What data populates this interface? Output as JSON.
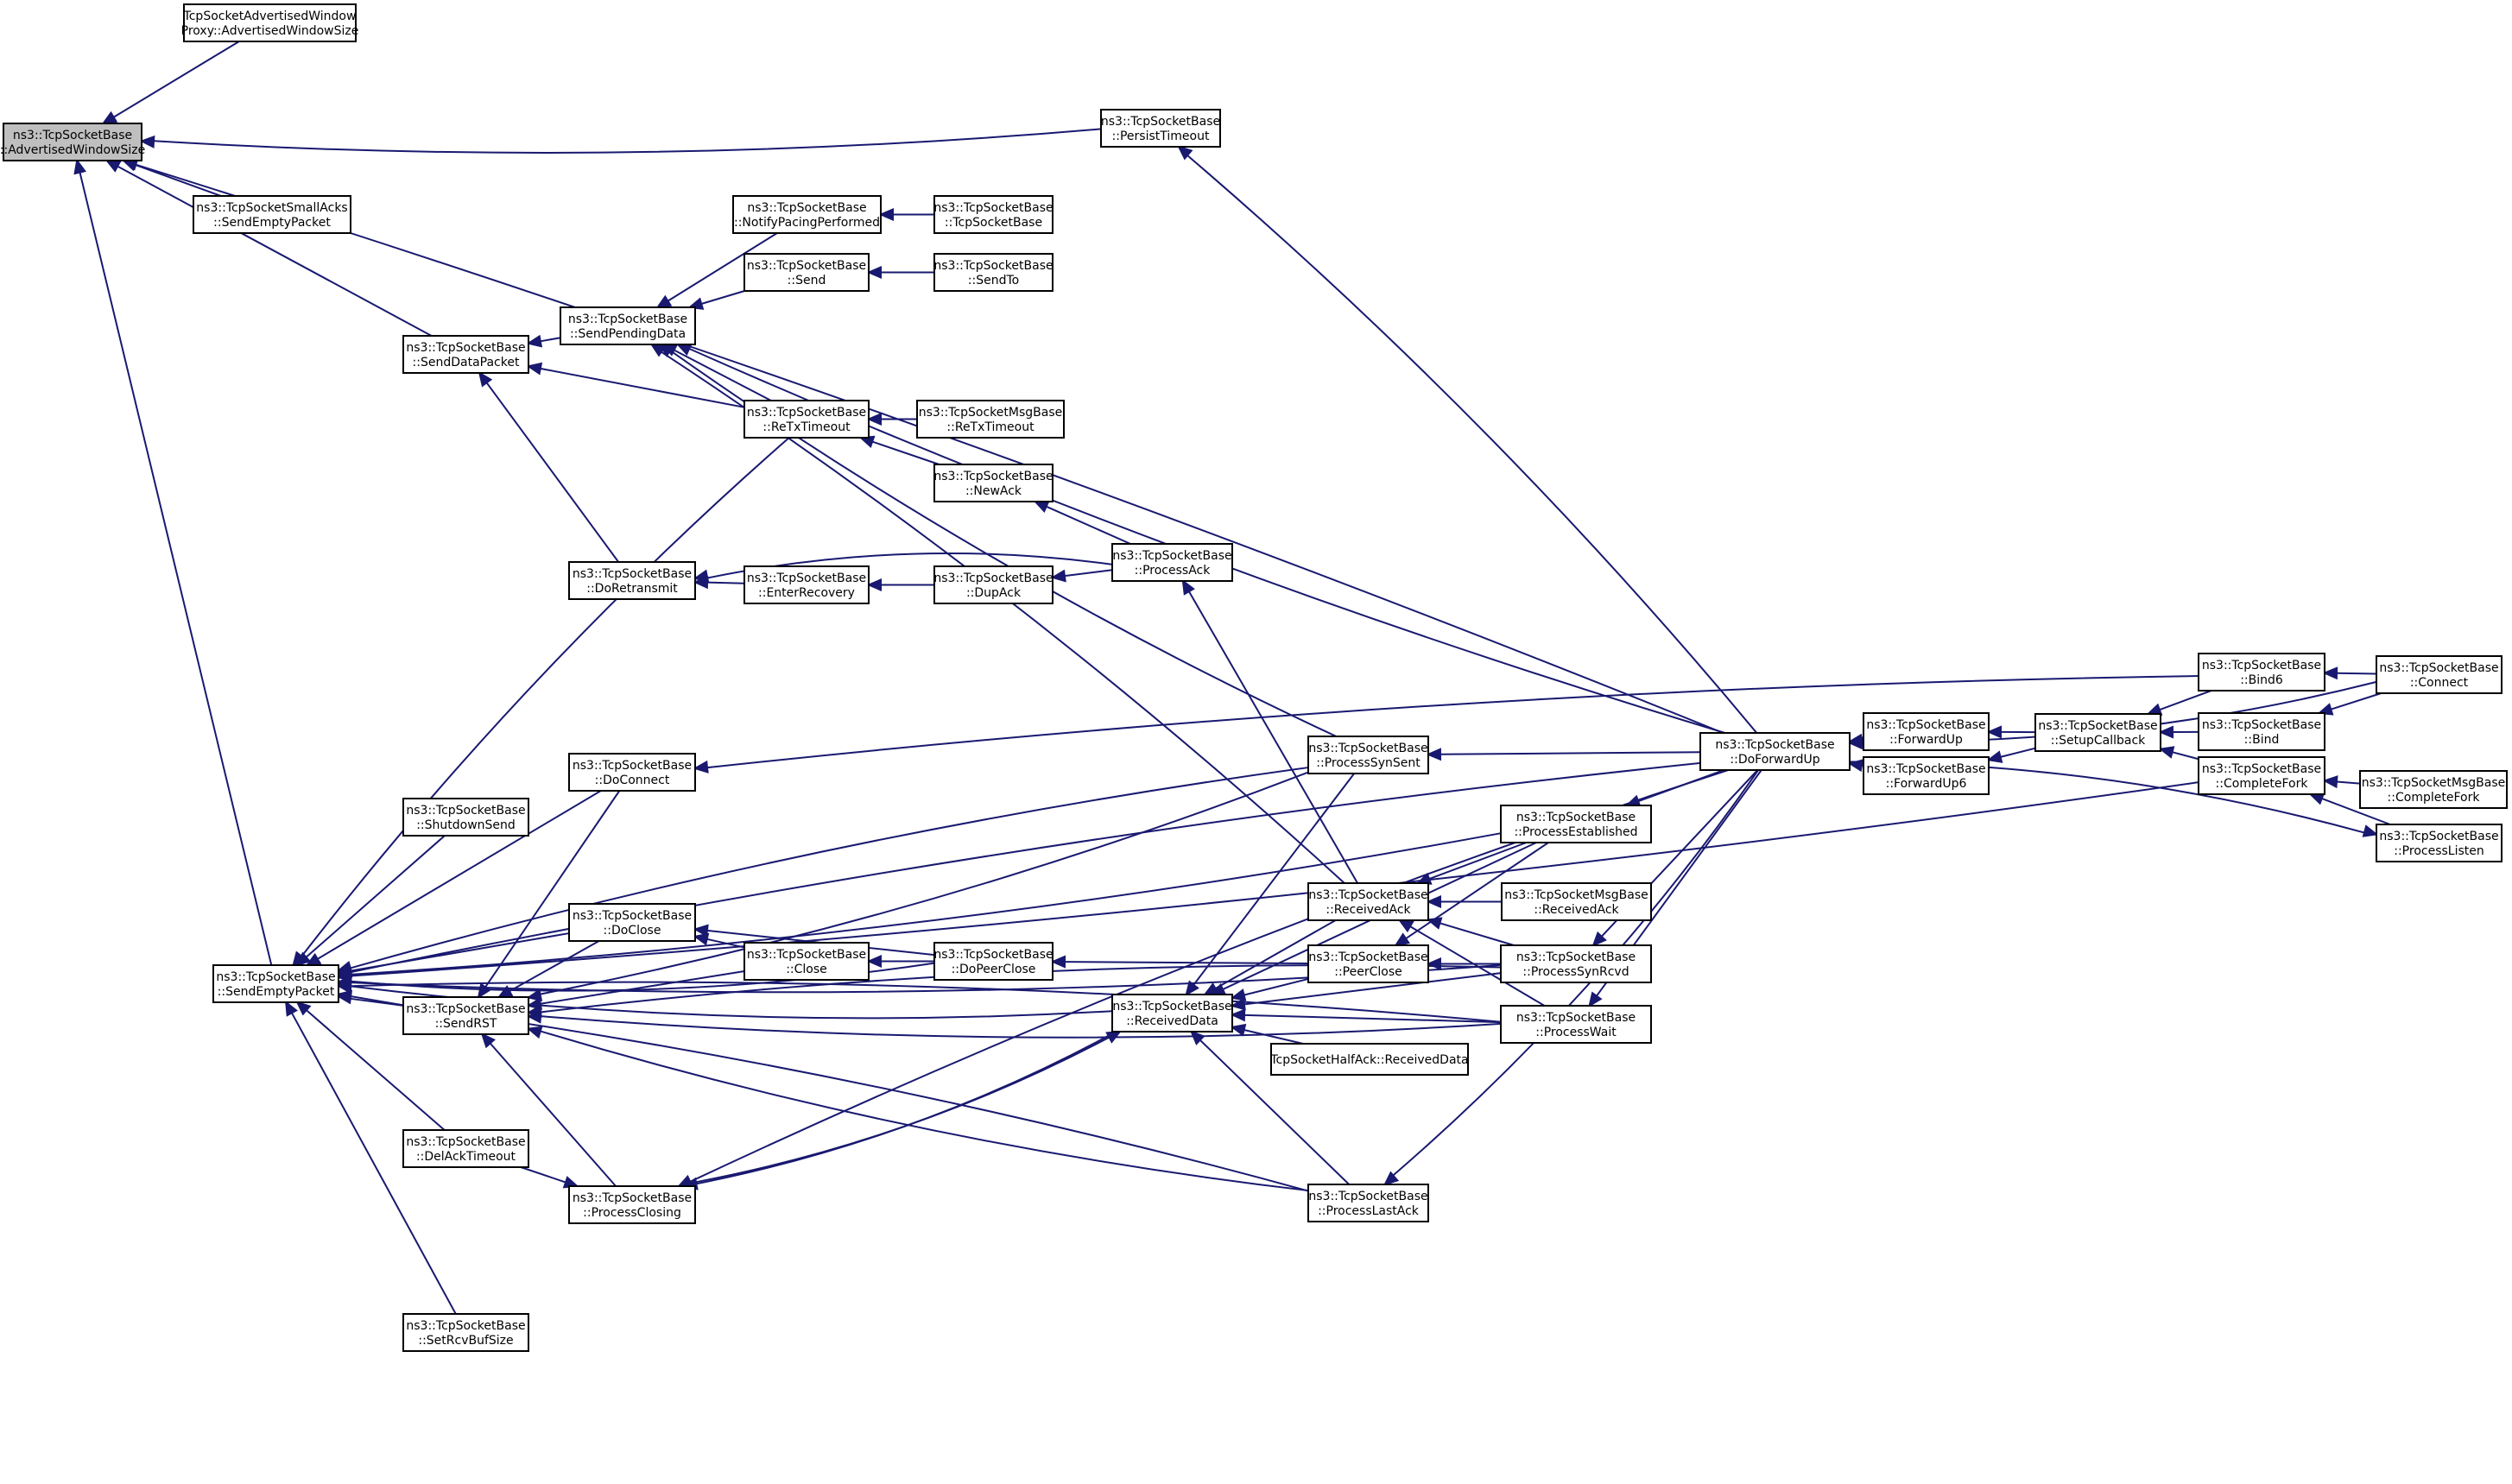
{
  "nodes": [
    {
      "id": "root",
      "lines": [
        "ns3::TcpSocketBase",
        "::AdvertisedWindowSize"
      ]
    },
    {
      "id": "proxy",
      "lines": [
        "TcpSocketAdvertisedWindow",
        "Proxy::AdvertisedWindowSize"
      ]
    },
    {
      "id": "smallacks",
      "lines": [
        "ns3::TcpSocketSmallAcks",
        "::SendEmptyPacket"
      ]
    },
    {
      "id": "persist",
      "lines": [
        "ns3::TcpSocketBase",
        "::PersistTimeout"
      ]
    },
    {
      "id": "notifypacing",
      "lines": [
        "ns3::TcpSocketBase",
        "::NotifyPacingPerformed"
      ]
    },
    {
      "id": "ctor",
      "lines": [
        "ns3::TcpSocketBase",
        "::TcpSocketBase"
      ]
    },
    {
      "id": "send",
      "lines": [
        "ns3::TcpSocketBase",
        "::Send"
      ]
    },
    {
      "id": "sendto",
      "lines": [
        "ns3::TcpSocketBase",
        "::SendTo"
      ]
    },
    {
      "id": "sendpending",
      "lines": [
        "ns3::TcpSocketBase",
        "::SendPendingData"
      ]
    },
    {
      "id": "senddata",
      "lines": [
        "ns3::TcpSocketBase",
        "::SendDataPacket"
      ]
    },
    {
      "id": "retx",
      "lines": [
        "ns3::TcpSocketBase",
        "::ReTxTimeout"
      ]
    },
    {
      "id": "msgretx",
      "lines": [
        "ns3::TcpSocketMsgBase",
        "::ReTxTimeout"
      ]
    },
    {
      "id": "newack",
      "lines": [
        "ns3::TcpSocketBase",
        "::NewAck"
      ]
    },
    {
      "id": "procack",
      "lines": [
        "ns3::TcpSocketBase",
        "::ProcessAck"
      ]
    },
    {
      "id": "doretrans",
      "lines": [
        "ns3::TcpSocketBase",
        "::DoRetransmit"
      ]
    },
    {
      "id": "enterrec",
      "lines": [
        "ns3::TcpSocketBase",
        "::EnterRecovery"
      ]
    },
    {
      "id": "dupack",
      "lines": [
        "ns3::TcpSocketBase",
        "::DupAck"
      ]
    },
    {
      "id": "docon",
      "lines": [
        "ns3::TcpSocketBase",
        "::DoConnect"
      ]
    },
    {
      "id": "synsent",
      "lines": [
        "ns3::TcpSocketBase",
        "::ProcessSynSent"
      ]
    },
    {
      "id": "shutdown",
      "lines": [
        "ns3::TcpSocketBase",
        "::ShutdownSend"
      ]
    },
    {
      "id": "sendempty",
      "lines": [
        "ns3::TcpSocketBase",
        "::SendEmptyPacket"
      ]
    },
    {
      "id": "doclose",
      "lines": [
        "ns3::TcpSocketBase",
        "::DoClose"
      ]
    },
    {
      "id": "close",
      "lines": [
        "ns3::TcpSocketBase",
        "::Close"
      ]
    },
    {
      "id": "dopeer",
      "lines": [
        "ns3::TcpSocketBase",
        "::DoPeerClose"
      ]
    },
    {
      "id": "sendrst",
      "lines": [
        "ns3::TcpSocketBase",
        "::SendRST"
      ]
    },
    {
      "id": "recvack",
      "lines": [
        "ns3::TcpSocketBase",
        "::ReceivedAck"
      ]
    },
    {
      "id": "msgrecvack",
      "lines": [
        "ns3::TcpSocketMsgBase",
        "::ReceivedAck"
      ]
    },
    {
      "id": "peerclose",
      "lines": [
        "ns3::TcpSocketBase",
        "::PeerClose"
      ]
    },
    {
      "id": "recvdata",
      "lines": [
        "ns3::TcpSocketBase",
        "::ReceivedData"
      ]
    },
    {
      "id": "halfack",
      "lines": [
        "TcpSocketHalfAck::ReceivedData"
      ]
    },
    {
      "id": "established",
      "lines": [
        "ns3::TcpSocketBase",
        "::ProcessEstablished"
      ]
    },
    {
      "id": "synrcvd",
      "lines": [
        "ns3::TcpSocketBase",
        "::ProcessSynRcvd"
      ]
    },
    {
      "id": "procwait",
      "lines": [
        "ns3::TcpSocketBase",
        "::ProcessWait"
      ]
    },
    {
      "id": "delack",
      "lines": [
        "ns3::TcpSocketBase",
        "::DelAckTimeout"
      ]
    },
    {
      "id": "closing",
      "lines": [
        "ns3::TcpSocketBase",
        "::ProcessClosing"
      ]
    },
    {
      "id": "lastack",
      "lines": [
        "ns3::TcpSocketBase",
        "::ProcessLastAck"
      ]
    },
    {
      "id": "setrcv",
      "lines": [
        "ns3::TcpSocketBase",
        "::SetRcvBufSize"
      ]
    },
    {
      "id": "dofwd",
      "lines": [
        "ns3::TcpSocketBase",
        "::DoForwardUp"
      ]
    },
    {
      "id": "fwdup",
      "lines": [
        "ns3::TcpSocketBase",
        "::ForwardUp"
      ]
    },
    {
      "id": "fwdup6",
      "lines": [
        "ns3::TcpSocketBase",
        "::ForwardUp6"
      ]
    },
    {
      "id": "setupcb",
      "lines": [
        "ns3::TcpSocketBase",
        "::SetupCallback"
      ]
    },
    {
      "id": "bind6",
      "lines": [
        "ns3::TcpSocketBase",
        "::Bind6"
      ]
    },
    {
      "id": "bind",
      "lines": [
        "ns3::TcpSocketBase",
        "::Bind"
      ]
    },
    {
      "id": "connect",
      "lines": [
        "ns3::TcpSocketBase",
        "::Connect"
      ]
    },
    {
      "id": "completefork",
      "lines": [
        "ns3::TcpSocketBase",
        "::CompleteFork"
      ]
    },
    {
      "id": "msgcompletefork",
      "lines": [
        "ns3::TcpSocketMsgBase",
        "::CompleteFork"
      ]
    },
    {
      "id": "listen",
      "lines": [
        "ns3::TcpSocketBase",
        "::ProcessListen"
      ]
    }
  ],
  "edges": [
    [
      "proxy",
      "root"
    ],
    [
      "smallacks",
      "root"
    ],
    [
      "persist",
      "root"
    ],
    [
      "senddata",
      "root"
    ],
    [
      "sendempty",
      "root"
    ],
    [
      "dofwd",
      "root"
    ],
    [
      "sendpending",
      "senddata"
    ],
    [
      "retx",
      "senddata"
    ],
    [
      "doretrans",
      "senddata"
    ],
    [
      "notifypacing",
      "sendpending"
    ],
    [
      "send",
      "sendpending"
    ],
    [
      "retx",
      "sendpending"
    ],
    [
      "synsent",
      "sendpending"
    ],
    [
      "recvack",
      "sendpending"
    ],
    [
      "dofwd",
      "sendpending"
    ],
    [
      "ctor",
      "notifypacing"
    ],
    [
      "sendto",
      "send"
    ],
    [
      "msgretx",
      "retx"
    ],
    [
      "newack",
      "retx"
    ],
    [
      "procack",
      "newack"
    ],
    [
      "enterrec",
      "doretrans"
    ],
    [
      "procack",
      "doretrans"
    ],
    [
      "dupack",
      "enterrec"
    ],
    [
      "procack",
      "dupack"
    ],
    [
      "recvack",
      "procack"
    ],
    [
      "dofwd",
      "persist"
    ],
    [
      "connect",
      "dofwd"
    ],
    [
      "docon",
      "sendempty"
    ],
    [
      "shutdown",
      "sendempty"
    ],
    [
      "doclose",
      "sendempty"
    ],
    [
      "sendrst",
      "sendempty"
    ],
    [
      "delack",
      "sendempty"
    ],
    [
      "setrcv",
      "sendempty"
    ],
    [
      "retx",
      "sendempty"
    ],
    [
      "dopeer",
      "sendempty"
    ],
    [
      "synsent",
      "sendempty"
    ],
    [
      "established",
      "sendempty"
    ],
    [
      "dofwd",
      "sendempty"
    ],
    [
      "recvdata",
      "sendempty"
    ],
    [
      "lastack",
      "sendempty"
    ],
    [
      "synrcvd",
      "sendempty"
    ],
    [
      "procwait",
      "sendempty"
    ],
    [
      "completefork",
      "sendempty"
    ],
    [
      "bind6",
      "docon"
    ],
    [
      "close",
      "doclose"
    ],
    [
      "dopeer",
      "doclose"
    ],
    [
      "close",
      "sendrst"
    ],
    [
      "doclose",
      "sendrst"
    ],
    [
      "synsent",
      "sendrst"
    ],
    [
      "synrcvd",
      "sendrst"
    ],
    [
      "procwait",
      "sendrst"
    ],
    [
      "closing",
      "sendrst"
    ],
    [
      "lastack",
      "sendrst"
    ],
    [
      "docon",
      "sendrst"
    ],
    [
      "dopeer",
      "close"
    ],
    [
      "peerclose",
      "dopeer"
    ],
    [
      "recvdata",
      "closing"
    ],
    [
      "dofwd",
      "closing"
    ],
    [
      "delack",
      "closing"
    ],
    [
      "synsent",
      "recvdata"
    ],
    [
      "recvack",
      "recvdata"
    ],
    [
      "peerclose",
      "recvdata"
    ],
    [
      "established",
      "recvdata"
    ],
    [
      "synrcvd",
      "recvdata"
    ],
    [
      "procwait",
      "recvdata"
    ],
    [
      "halfack",
      "recvdata"
    ],
    [
      "lastack",
      "recvdata"
    ],
    [
      "closing",
      "recvdata"
    ],
    [
      "established",
      "recvack"
    ],
    [
      "msgrecvack",
      "recvack"
    ],
    [
      "synrcvd",
      "recvack"
    ],
    [
      "procwait",
      "recvack"
    ],
    [
      "established",
      "peerclose"
    ],
    [
      "synrcvd",
      "peerclose"
    ],
    [
      "dofwd",
      "synsent"
    ],
    [
      "dofwd",
      "established"
    ],
    [
      "dofwd",
      "synrcvd"
    ],
    [
      "dofwd",
      "procwait"
    ],
    [
      "dofwd",
      "lastack"
    ],
    [
      "fwdup",
      "dofwd"
    ],
    [
      "fwdup6",
      "dofwd"
    ],
    [
      "setupcb",
      "fwdup"
    ],
    [
      "setupcb",
      "fwdup6"
    ],
    [
      "bind6",
      "setupcb"
    ],
    [
      "bind",
      "setupcb"
    ],
    [
      "completefork",
      "setupcb"
    ],
    [
      "connect",
      "bind6"
    ],
    [
      "connect",
      "bind"
    ],
    [
      "msgcompletefork",
      "completefork"
    ],
    [
      "listen",
      "completefork"
    ],
    [
      "dofwd",
      "listen"
    ]
  ]
}
